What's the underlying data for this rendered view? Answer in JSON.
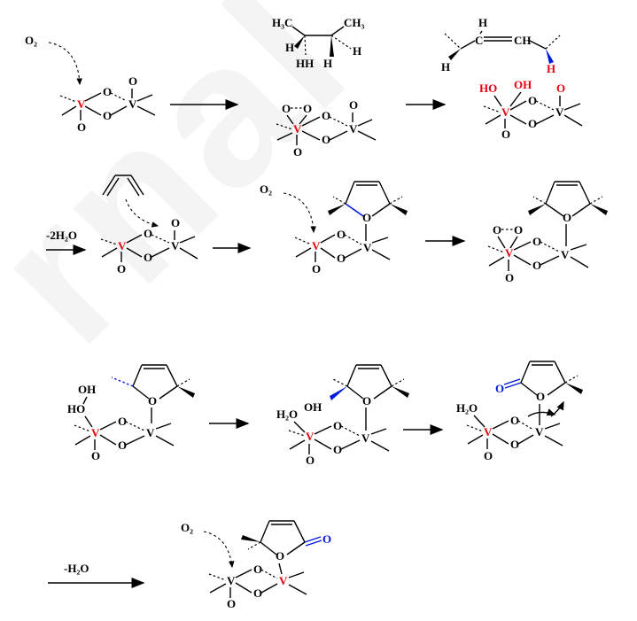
{
  "watermark": "rnal",
  "atoms": {
    "V": "V",
    "O": "O",
    "H": "H",
    "OH": "OH",
    "HO": "HO",
    "HH": "HH"
  },
  "labels": {
    "o2": "O₂",
    "h3c": "H₃C",
    "ch3": "CH₃",
    "ch_right": "CH",
    "h2o": "H₂O"
  },
  "arrow_labels": {
    "minus_2h2o": "-2H₂O",
    "minus_h2o": "-H₂O"
  },
  "colors": {
    "red": "#e8000b",
    "blue": "#0019e0",
    "black": "#000000"
  }
}
